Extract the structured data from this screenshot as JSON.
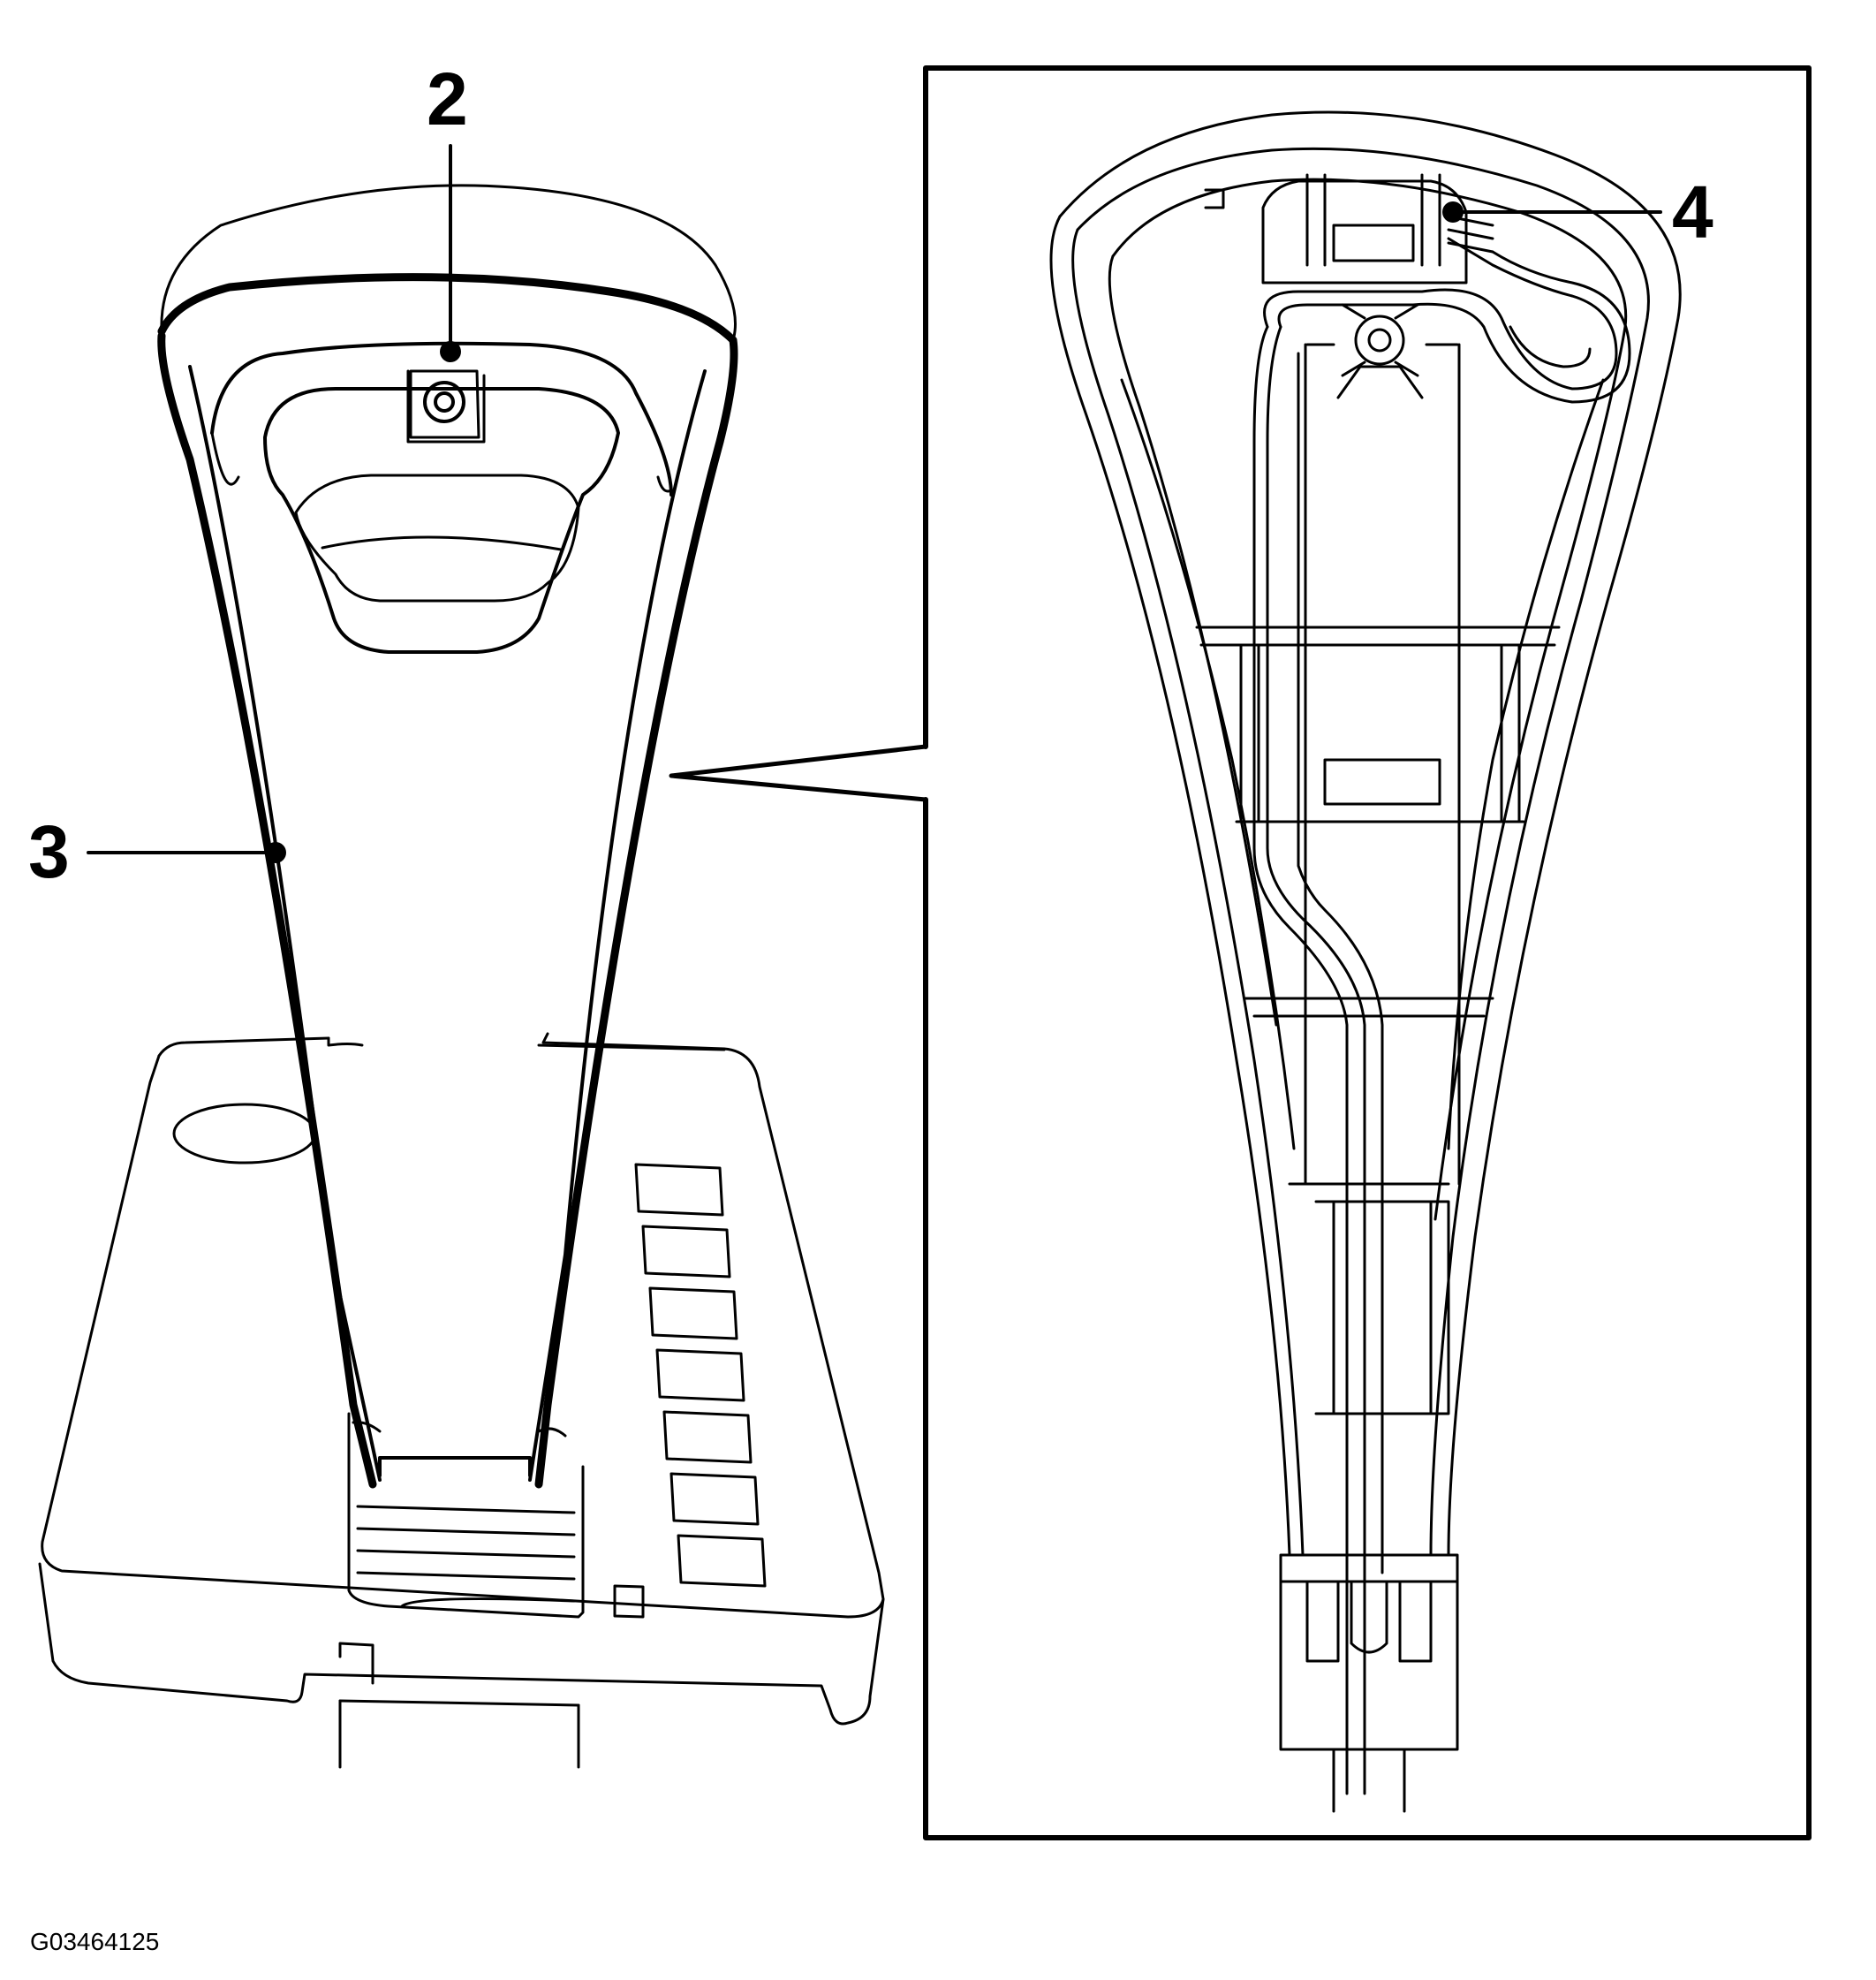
{
  "callouts": {
    "c2": "2",
    "c3": "3",
    "c4": "4"
  },
  "figure_id": "G03464125"
}
